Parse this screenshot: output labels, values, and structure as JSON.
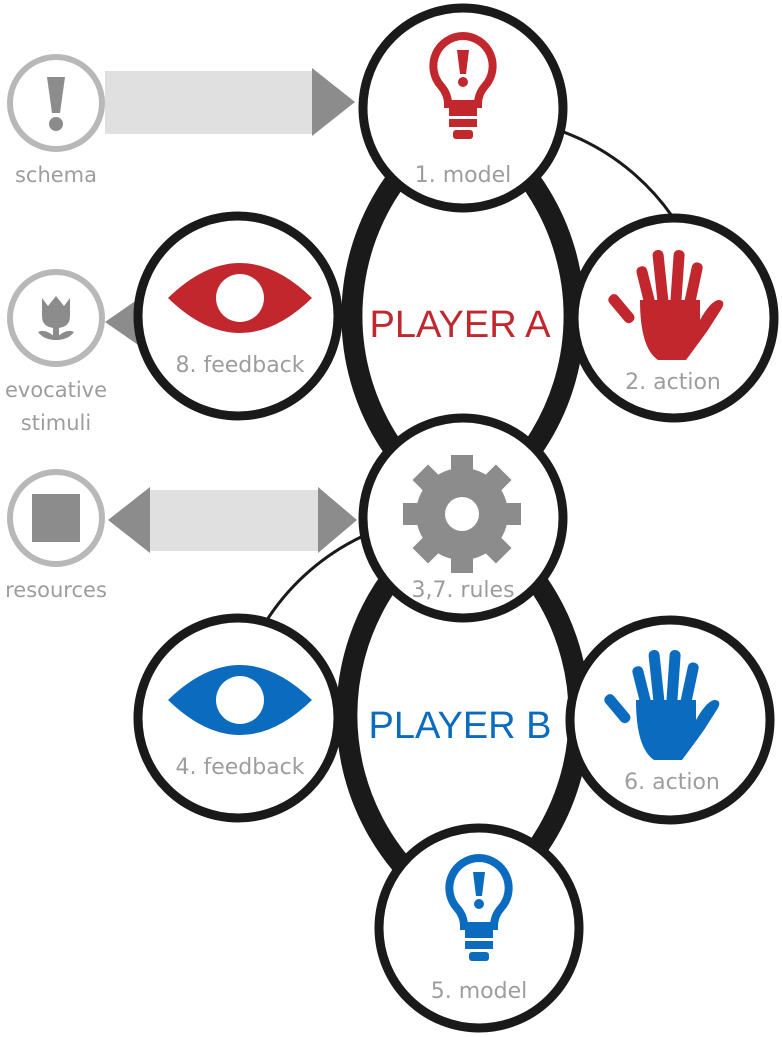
{
  "colors": {
    "red": "#c1272d",
    "blue": "#0b6cbf",
    "gray": "#8c8c8c",
    "light_gray": "#e0e0e0",
    "ring": "#1a1a1a",
    "label": "#9d9d9d"
  },
  "players": {
    "a": {
      "title": "PLAYER A"
    },
    "b": {
      "title": "PLAYER B"
    }
  },
  "nodes": {
    "model_a": {
      "label": "1. model",
      "icon": "lightbulb-exclamation-icon"
    },
    "action_a": {
      "label": "2. action",
      "icon": "hand-icon"
    },
    "rules": {
      "label": "3,7. rules",
      "icon": "gear-icon"
    },
    "feedback_b": {
      "label": "4. feedback",
      "icon": "eye-icon"
    },
    "model_b": {
      "label": "5. model",
      "icon": "lightbulb-exclamation-icon"
    },
    "action_b": {
      "label": "6. action",
      "icon": "hand-icon"
    },
    "feedback_a": {
      "label": "8. feedback",
      "icon": "eye-icon"
    }
  },
  "inputs": {
    "schema": {
      "label": "schema",
      "icon": "exclamation-icon"
    },
    "evocative": {
      "label_line1": "evocative",
      "label_line2": "stimuli",
      "icon": "tulip-icon"
    },
    "resources": {
      "label": "resources",
      "icon": "square-icon"
    }
  }
}
